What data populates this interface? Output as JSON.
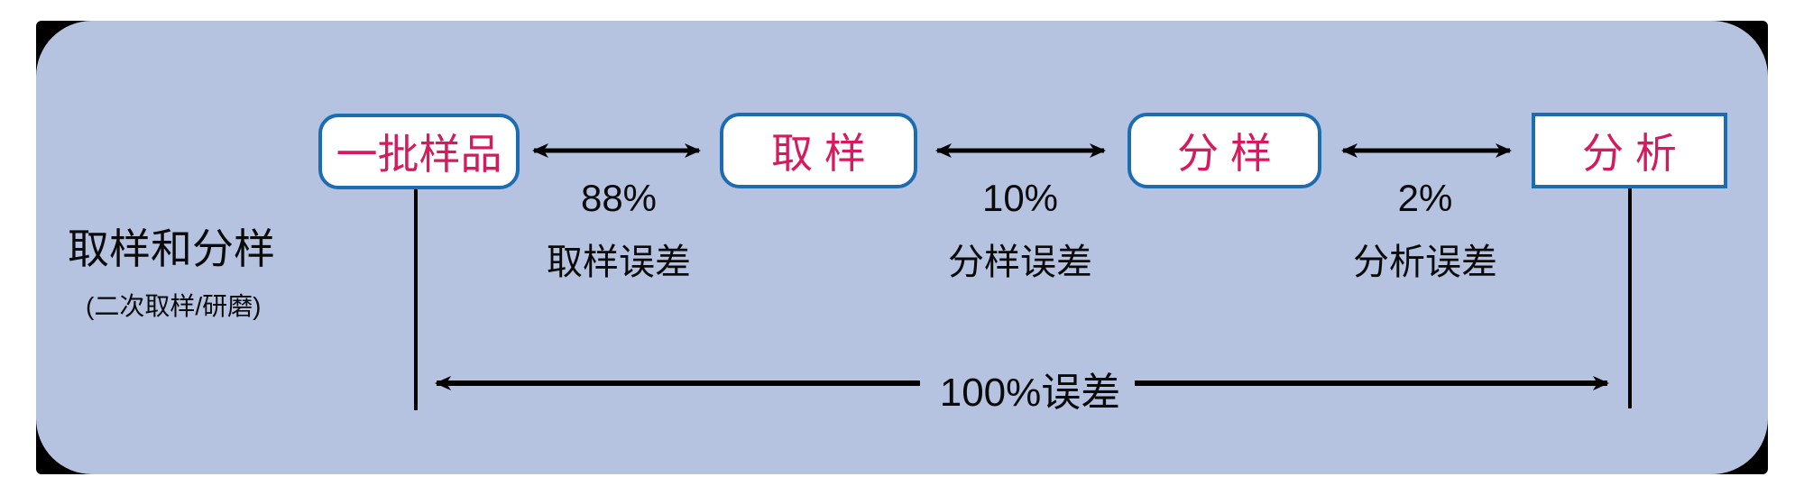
{
  "diagram": {
    "title": "取样和分样",
    "subtitle": "(二次取样/研磨)",
    "nodes": [
      {
        "id": "batch",
        "label": "一批样品"
      },
      {
        "id": "sampling",
        "label": "取  样"
      },
      {
        "id": "split",
        "label": "分  样"
      },
      {
        "id": "analysis",
        "label": "分  析"
      }
    ],
    "error_links": [
      {
        "percent": "88%",
        "label": "取样误差"
      },
      {
        "percent": "10%",
        "label": "分样误差"
      },
      {
        "percent": "2%",
        "label": "分析误差"
      }
    ],
    "total_error_label": "100%误差",
    "icons": [
      "double-headed-arrow-icon",
      "arrowhead-icon"
    ],
    "colors": {
      "page_background": "#ffffff",
      "panel_background": "#b6c3e0",
      "panel_corner_backing": "#000000",
      "node_fill": "#ffffff",
      "node_border": "#1b6cb1",
      "node_text": "#d51a5d",
      "line_and_text": "#000000"
    }
  }
}
